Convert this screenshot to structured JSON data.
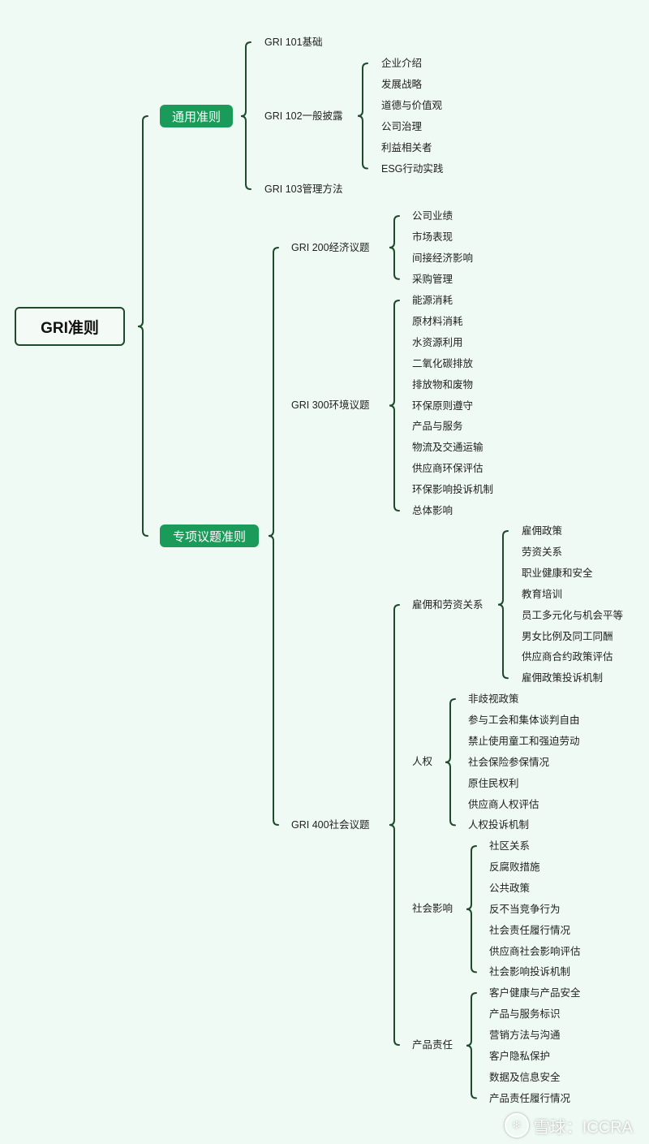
{
  "root": "GRI准则",
  "branches": [
    {
      "label": "通用准则",
      "children": [
        {
          "label": "GRI 101基础"
        },
        {
          "label": "GRI 102一般披露",
          "children": [
            "企业介绍",
            "发展战略",
            "道德与价值观",
            "公司治理",
            "利益相关者",
            "ESG行动实践"
          ]
        },
        {
          "label": "GRI 103管理方法"
        }
      ]
    },
    {
      "label": "专项议题准则",
      "children": [
        {
          "label": "GRI 200经济议题",
          "children": [
            "公司业绩",
            "市场表现",
            "间接经济影响",
            "采购管理"
          ]
        },
        {
          "label": "GRI 300环境议题",
          "children": [
            "能源消耗",
            "原材料消耗",
            "水资源利用",
            "二氧化碳排放",
            "排放物和废物",
            "环保原则遵守",
            "产品与服务",
            "物流及交通运输",
            "供应商环保评估",
            "环保影响投诉机制",
            "总体影响"
          ]
        },
        {
          "label": "GRI 400社会议题",
          "children": [
            {
              "label": "雇佣和劳资关系",
              "children": [
                "雇佣政策",
                "劳资关系",
                "职业健康和安全",
                "教育培训",
                "员工多元化与机会平等",
                "男女比例及同工同酬",
                "供应商合约政策评估",
                "雇佣政策投诉机制"
              ]
            },
            {
              "label": "人权",
              "children": [
                "非歧视政策",
                "参与工会和集体谈判自由",
                "禁止使用童工和强迫劳动",
                "社会保险参保情况",
                "原住民权利",
                "供应商人权评估",
                "人权投诉机制"
              ]
            },
            {
              "label": "社会影响",
              "children": [
                "社区关系",
                "反腐败措施",
                "公共政策",
                "反不当竞争行为",
                "社会责任履行情况",
                "供应商社会影响评估",
                "社会影响投诉机制"
              ]
            },
            {
              "label": "产品责任",
              "children": [
                "客户健康与产品安全",
                "产品与服务标识",
                "营销方法与沟通",
                "客户隐私保护",
                "数据及信息安全",
                "产品责任履行情况"
              ]
            }
          ]
        }
      ]
    }
  ],
  "watermark": {
    "logo": "❄",
    "text": "雪球：ICCRA"
  },
  "colors": {
    "background": "#effaf4",
    "line": "#1f4a2c",
    "pill": "#1a9b59"
  }
}
